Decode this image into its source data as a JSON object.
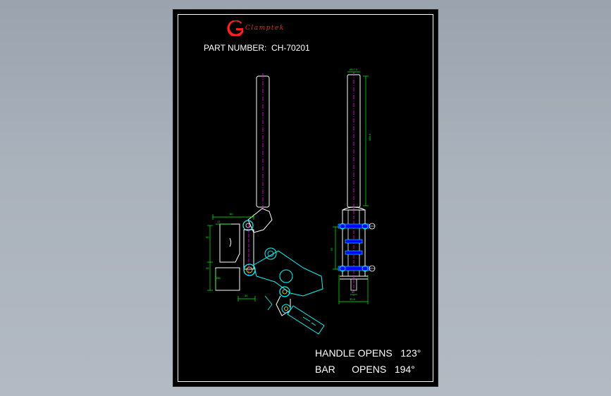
{
  "brand": {
    "name": "Clamptek"
  },
  "title_block": {
    "part_number_label": "PART NUMBER:",
    "part_number_value": "CH-70201"
  },
  "specs": {
    "handle_label": "HANDLE OPENS",
    "handle_value": "123°",
    "bar_label": "BAR",
    "bar_opens": "OPENS",
    "bar_value": "194°"
  },
  "colors": {
    "background": "#000000",
    "outline": "#ffffff",
    "dimension": "#00ff00",
    "centerline": "#ff00ff",
    "moving_part": "#00ffff",
    "highlight": "#ffff00",
    "accent": "#0000ff",
    "brand": "#ff2020"
  }
}
